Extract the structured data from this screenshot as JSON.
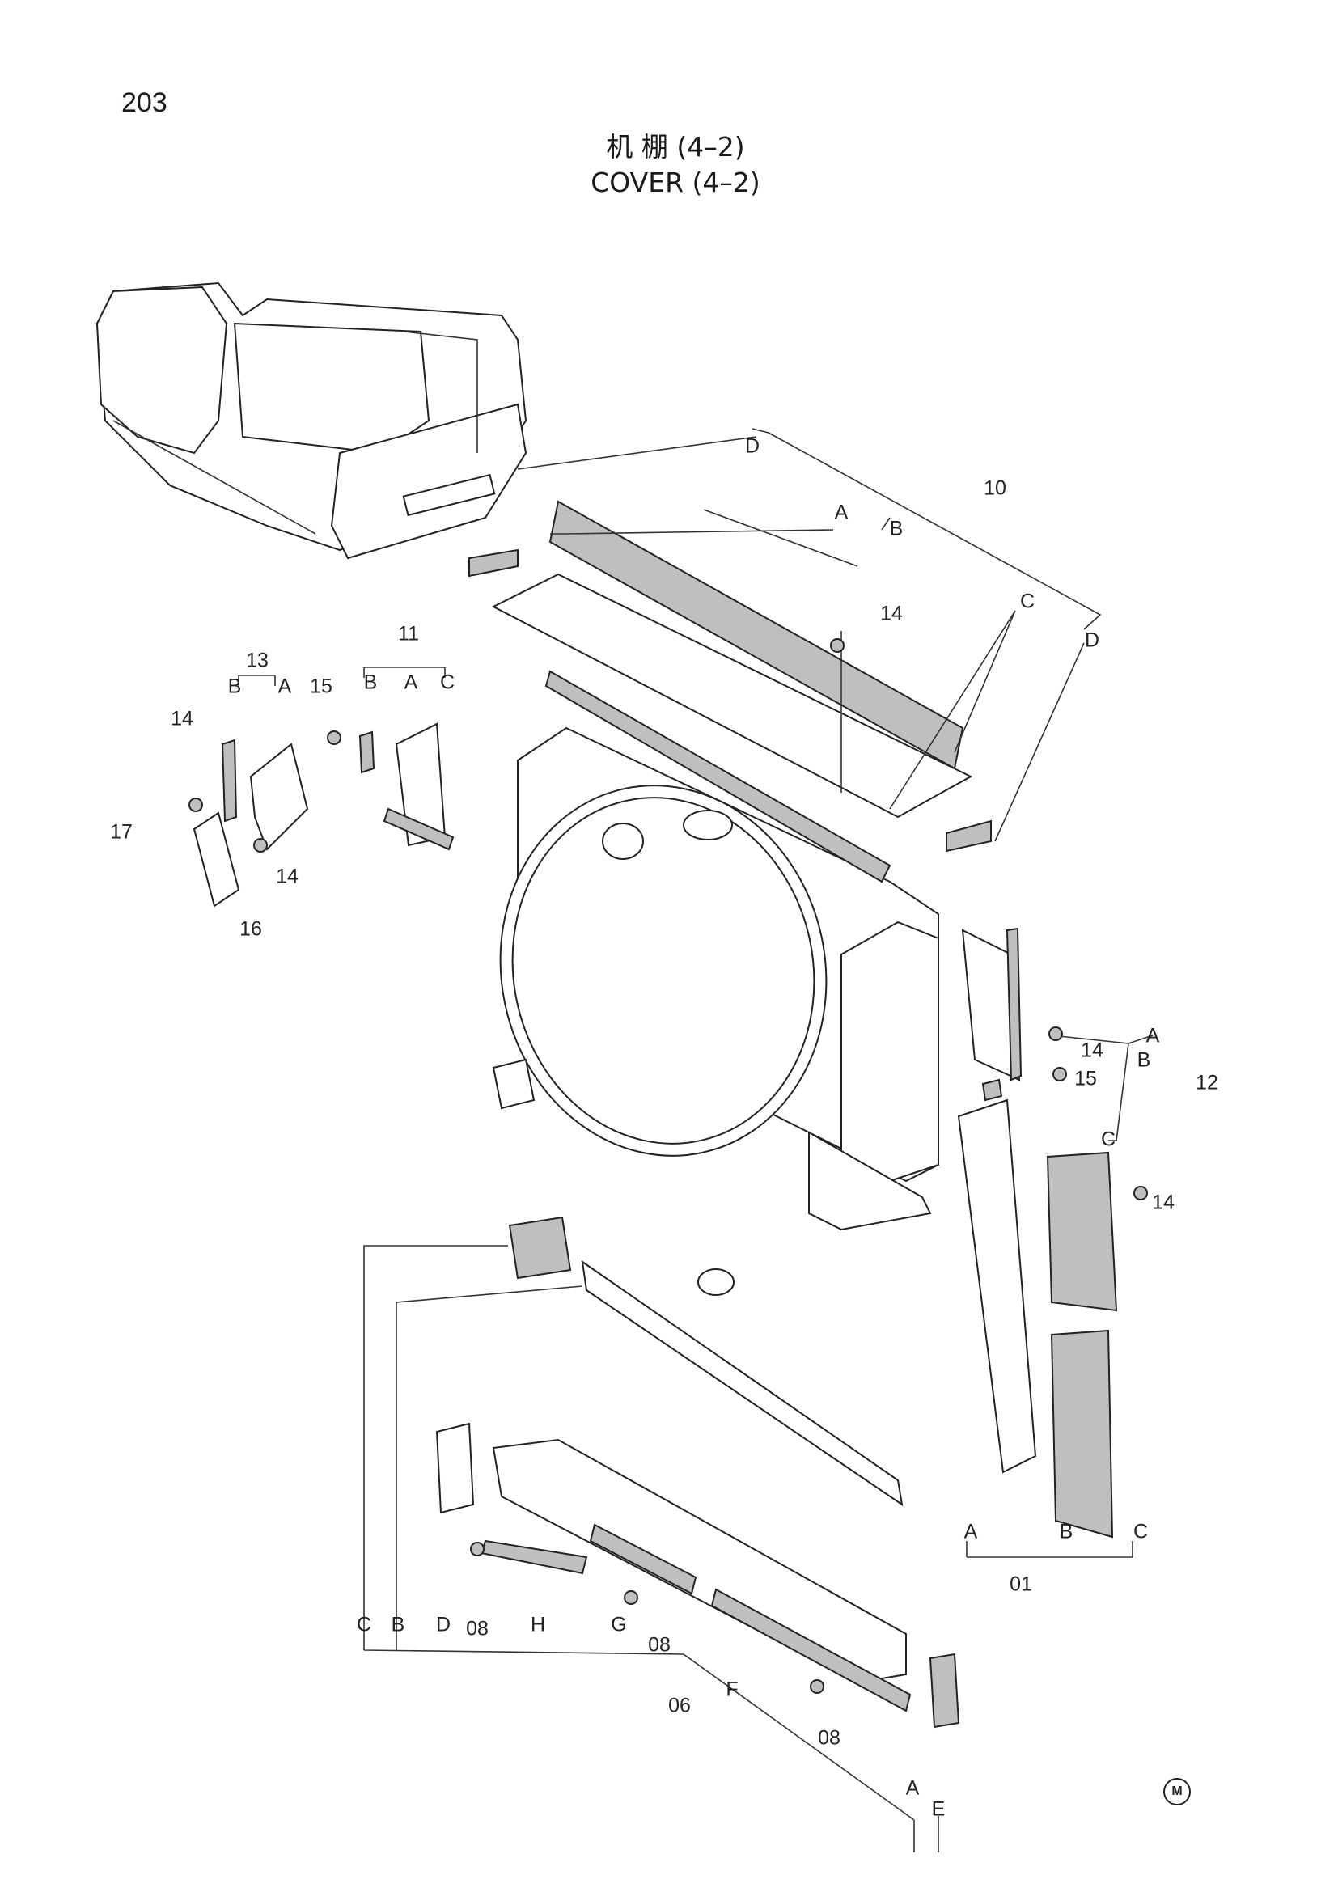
{
  "page_number": "203",
  "title_zh": "机 棚 (4–2)",
  "title_en": "COVER (4–2)",
  "mark": "M",
  "labels": {
    "p10": "10",
    "p10a": "A",
    "p10b": "B",
    "p10c": "C",
    "p10d1": "D",
    "p10d2": "D",
    "p14a": "14",
    "p14b": "14",
    "p14c": "14",
    "p14d": "14",
    "p14e": "14",
    "p13": "13",
    "p13a": "A",
    "p13b": "B",
    "p11": "11",
    "p11a": "A",
    "p11b": "B",
    "p11c": "C",
    "p15a": "15",
    "p15b": "15",
    "p16": "16",
    "p17": "17",
    "p12": "12",
    "p12a": "A",
    "p12b": "B",
    "p12c": "C",
    "p01": "01",
    "p01a": "A",
    "p01b": "B",
    "p01c": "C",
    "p06": "06",
    "p06c": "C",
    "p06b": "B",
    "p06d": "D",
    "p06h": "H",
    "p06g": "G",
    "p06f": "F",
    "p06a": "A",
    "p06e": "E",
    "p08a": "08",
    "p08b": "08",
    "p08c": "08"
  }
}
